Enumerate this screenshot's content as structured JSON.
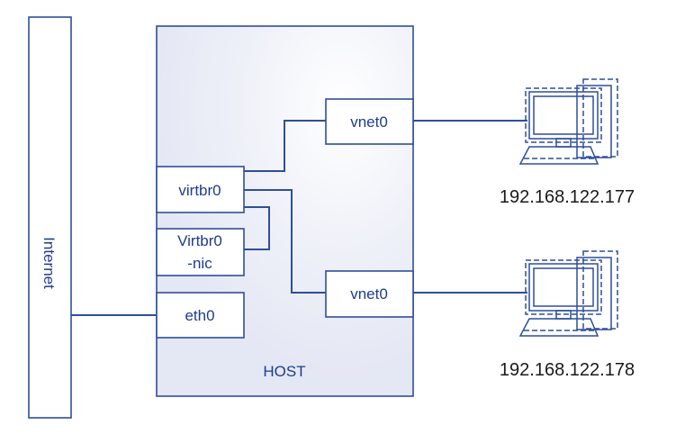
{
  "internet": {
    "label": "Internet"
  },
  "host": {
    "label": "HOST"
  },
  "interfaces": {
    "virtbr0": "virtbr0",
    "virtbr0_nic_line1": "Virtbr0",
    "virtbr0_nic_line2": "-nic",
    "eth0": "eth0",
    "vnet0_top": "vnet0",
    "vnet0_bottom": "vnet0"
  },
  "guests": [
    {
      "ip": "192.168.122.177"
    },
    {
      "ip": "192.168.122.178"
    }
  ],
  "colors": {
    "line": "#2f4e9a",
    "text": "#1e3c8c",
    "host_gradient": "#e4e7f4"
  }
}
